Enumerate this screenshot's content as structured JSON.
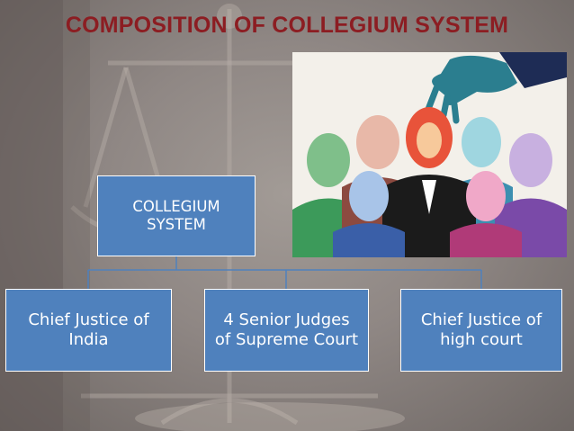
{
  "slide": {
    "title": "COMPOSITION OF COLLEGIUM SYSTEM",
    "title_color": "#8c1d22"
  },
  "image": {
    "icon": "collegium-judges-illustration"
  },
  "diagram": {
    "root": {
      "label": "COLLEGIUM SYSTEM"
    },
    "children": [
      {
        "label": "Chief Justice of India"
      },
      {
        "label": "4 Senior Judges of Supreme Court"
      },
      {
        "label": "Chief Justice of high court"
      }
    ],
    "node_color": "#4f81bd"
  }
}
